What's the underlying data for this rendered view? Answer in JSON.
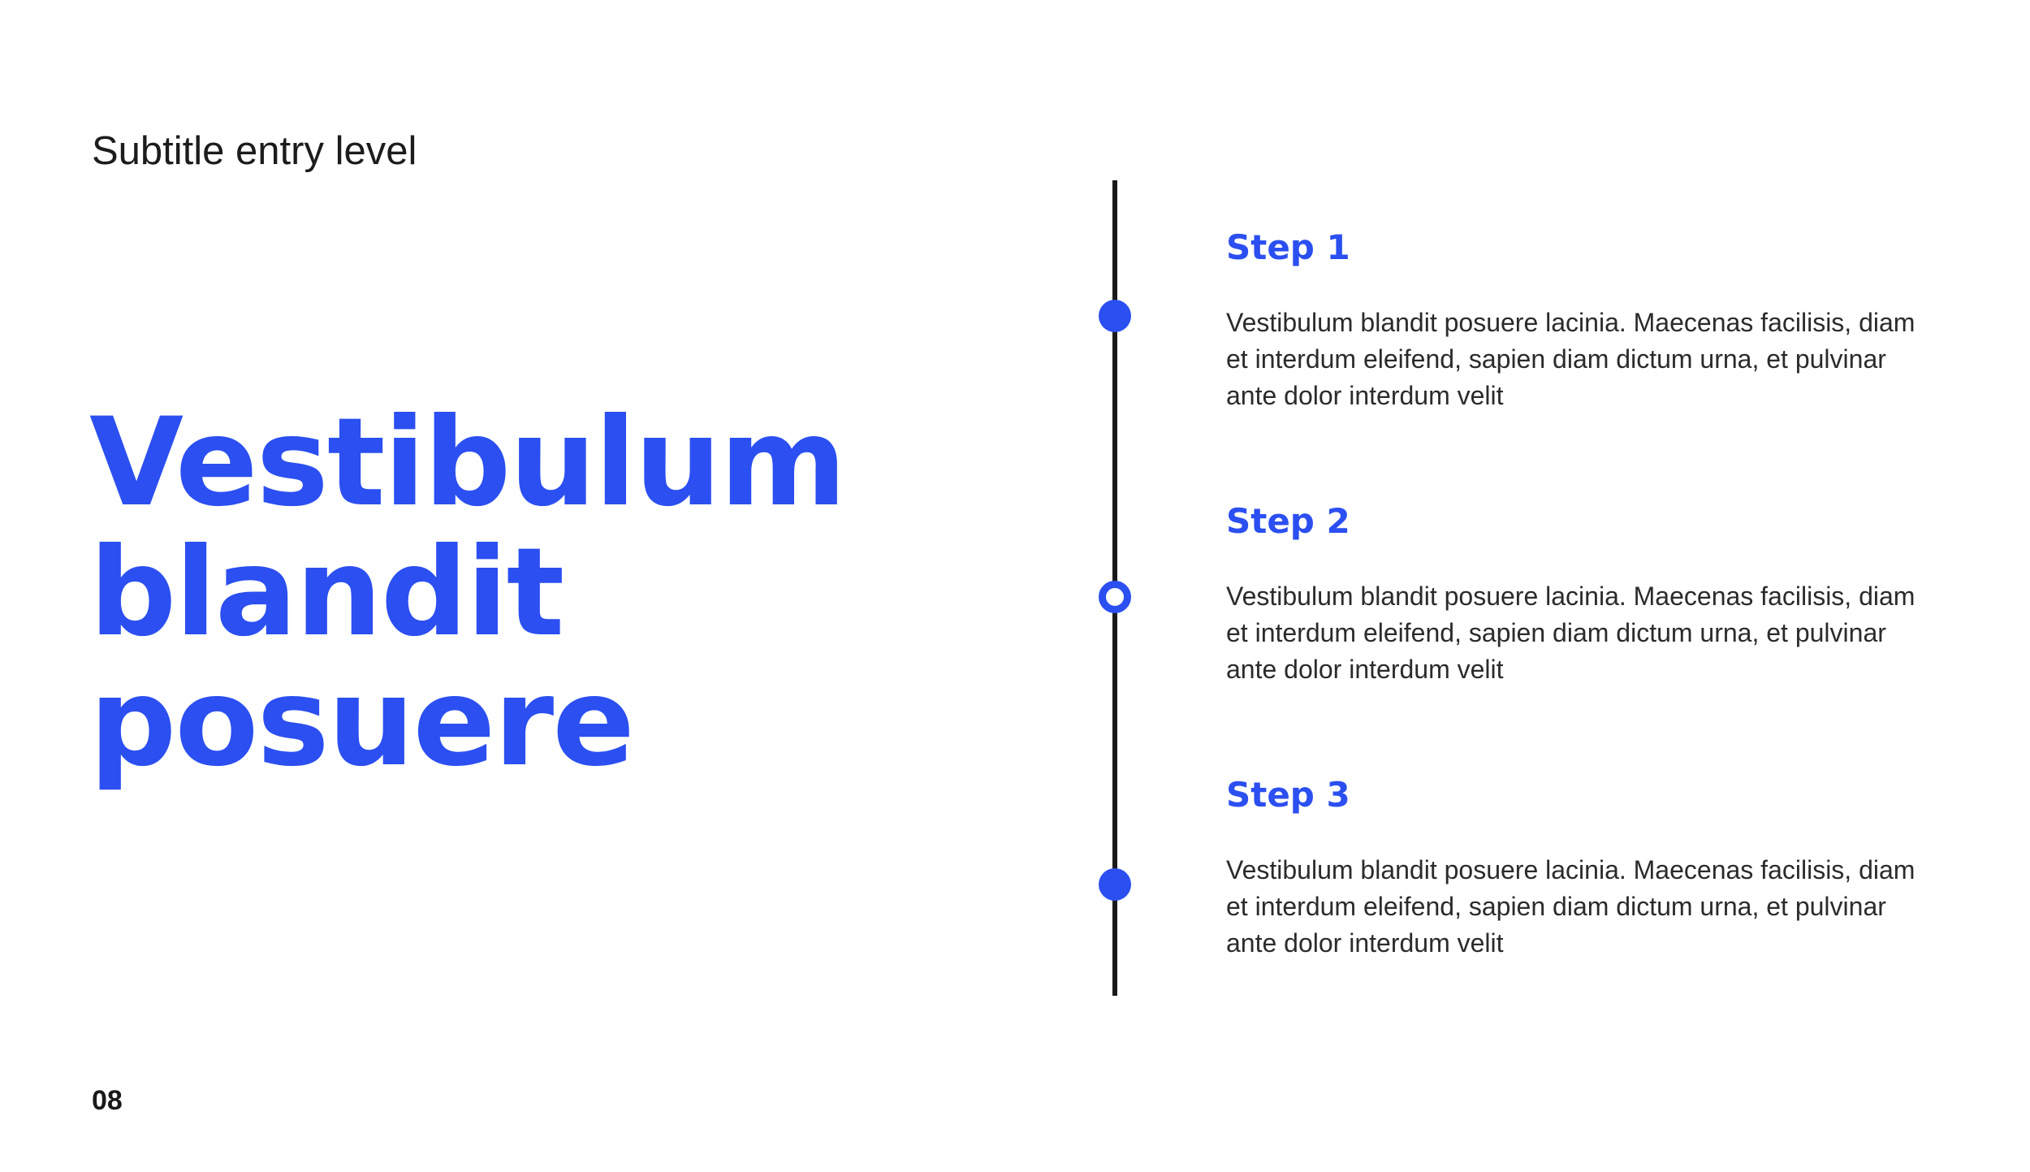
{
  "colors": {
    "accent": "#2b4ff0",
    "text": "#2b2b2b",
    "line": "#1a1a1a"
  },
  "slide": {
    "subtitle": "Subtitle entry level",
    "title_lines": [
      "Vestibulum",
      "blandit",
      "posuere"
    ],
    "page_number": "08"
  },
  "steps": [
    {
      "title": "Step 1",
      "body": "Vestibulum blandit posuere lacinia. Maecenas facilisis, diam et interdum eleifend, sapien diam dictum urna, et pulvinar ante dolor interdum velit",
      "marker": "filled-dot-icon"
    },
    {
      "title": "Step 2",
      "body": "Vestibulum blandit posuere lacinia. Maecenas facilisis, diam et interdum eleifend, sapien diam dictum urna, et pulvinar ante dolor interdum velit",
      "marker": "ring-dot-icon"
    },
    {
      "title": "Step 3",
      "body": "Vestibulum blandit posuere lacinia. Maecenas facilisis, diam et interdum eleifend, sapien diam dictum urna, et pulvinar ante dolor interdum velit",
      "marker": "filled-dot-icon"
    }
  ]
}
